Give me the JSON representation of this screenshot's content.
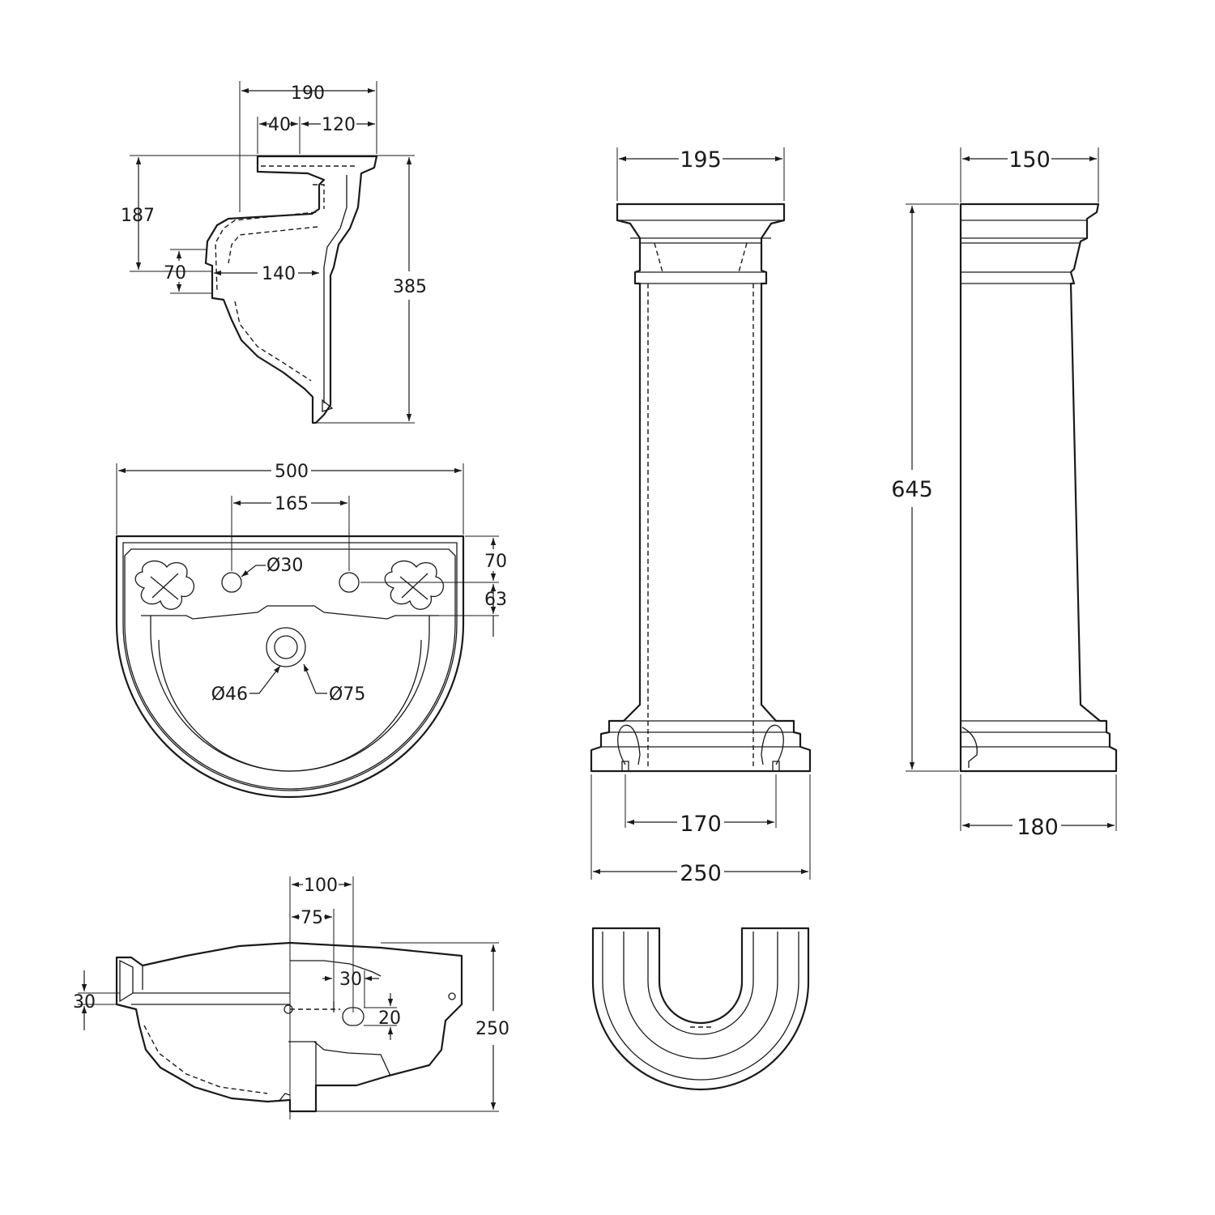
{
  "colors": {
    "line": "#1a1a1a",
    "background": "#ffffff"
  },
  "side_section": {
    "overall_depth": "190",
    "tap_offset": "40",
    "rear_offset": "120",
    "waste_height": "187",
    "overflow_height": "70",
    "waste_projection": "140",
    "overall_height": "385"
  },
  "plan": {
    "overall_width": "500",
    "tap_centres": "165",
    "tap_hole_dia": "Ø30",
    "rim_to_tap": "70",
    "tap_to_bowl": "63",
    "waste_dia": "Ø46",
    "waste_outer_dia": "Ø75"
  },
  "front_section": {
    "dim_100": "100",
    "dim_75": "75",
    "dim_30": "30",
    "overflow_dia": "20",
    "rim_thickness": "30",
    "overall_height": "250"
  },
  "pedestal_front": {
    "top_width": "195",
    "fixing_centres": "170",
    "base_width": "250"
  },
  "pedestal_side": {
    "top_depth": "150",
    "height": "645",
    "base_depth": "180"
  }
}
